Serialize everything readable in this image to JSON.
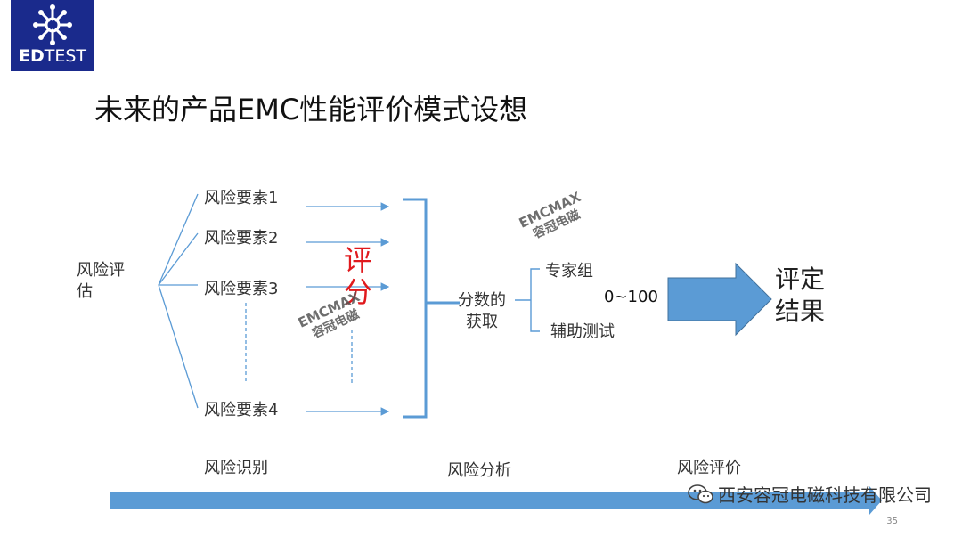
{
  "logo": {
    "brand_bold": "ED",
    "brand_rest": "TEST",
    "icon": "chip-circuit-icon"
  },
  "title": "未来的产品EMC性能评价模式设想",
  "risk_assessment": {
    "line1": "风险评",
    "line2": "估"
  },
  "factors": [
    "风险要素1",
    "风险要素2",
    "风险要素3",
    "风险要素4"
  ],
  "scoring": {
    "char1": "评",
    "char2": "分"
  },
  "score_obtain": {
    "line1": "分数的",
    "line2": "获取"
  },
  "methods": [
    "专家组",
    "辅助测试"
  ],
  "range": "0~100",
  "result": {
    "line1": "评定",
    "line2": "结果"
  },
  "stages": [
    "风险识别",
    "风险分析",
    "风险评价"
  ],
  "watermark": {
    "en": "EMCMAX",
    "zh": "容冠电磁"
  },
  "footer": {
    "company": "西安容冠电磁科技有限公司",
    "icon": "wechat-icon"
  },
  "page_number": "35",
  "colors": {
    "accent": "#5b9bd5",
    "logo_bg": "#1a2a8c",
    "score_red": "#e0191d"
  }
}
